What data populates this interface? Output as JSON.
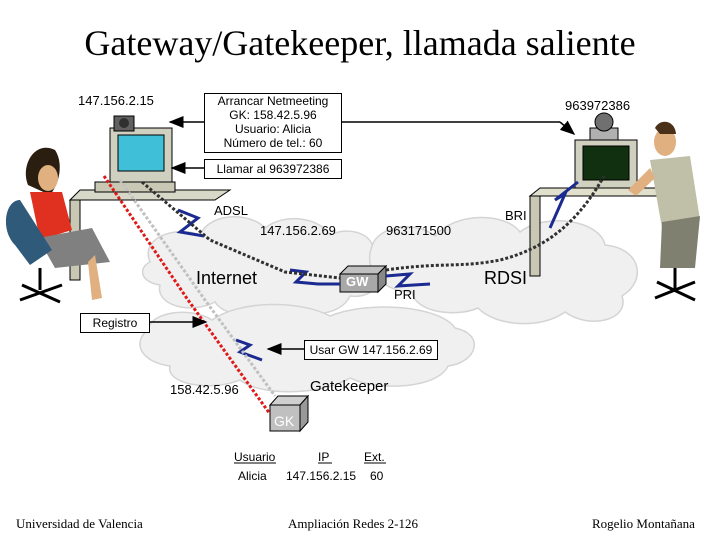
{
  "title": "Gateway/Gatekeeper, llamada saliente",
  "caller_ip": "147.156.2.15",
  "callee_number": "963972386",
  "boxes": {
    "arrancar": [
      "Arrancar Netmeeting",
      "GK: 158.42.5.96",
      "Usuario: Alicia",
      "Número de tel.: 60"
    ],
    "llamar": "Llamar al 963972386",
    "registro": "Registro",
    "usar_gw": "Usar GW 147.156.2.69"
  },
  "labels": {
    "adsl": "ADSL",
    "gw_ip": "147.156.2.69",
    "gw_number": "963171500",
    "bri": "BRI",
    "internet": "Internet",
    "gw": "GW",
    "pri": "PRI",
    "rdsi": "RDSI",
    "gk_ip": "158.42.5.96",
    "gatekeeper": "Gatekeeper",
    "gk": "GK"
  },
  "table": {
    "headers": [
      "Usuario",
      "IP",
      "Ext."
    ],
    "row": [
      "Alicia",
      "147.156.2.15",
      "60"
    ]
  },
  "footer": {
    "left": "Universidad de Valencia",
    "center": "Ampliación Redes 2-126",
    "right": "Rogelio Montañana"
  }
}
